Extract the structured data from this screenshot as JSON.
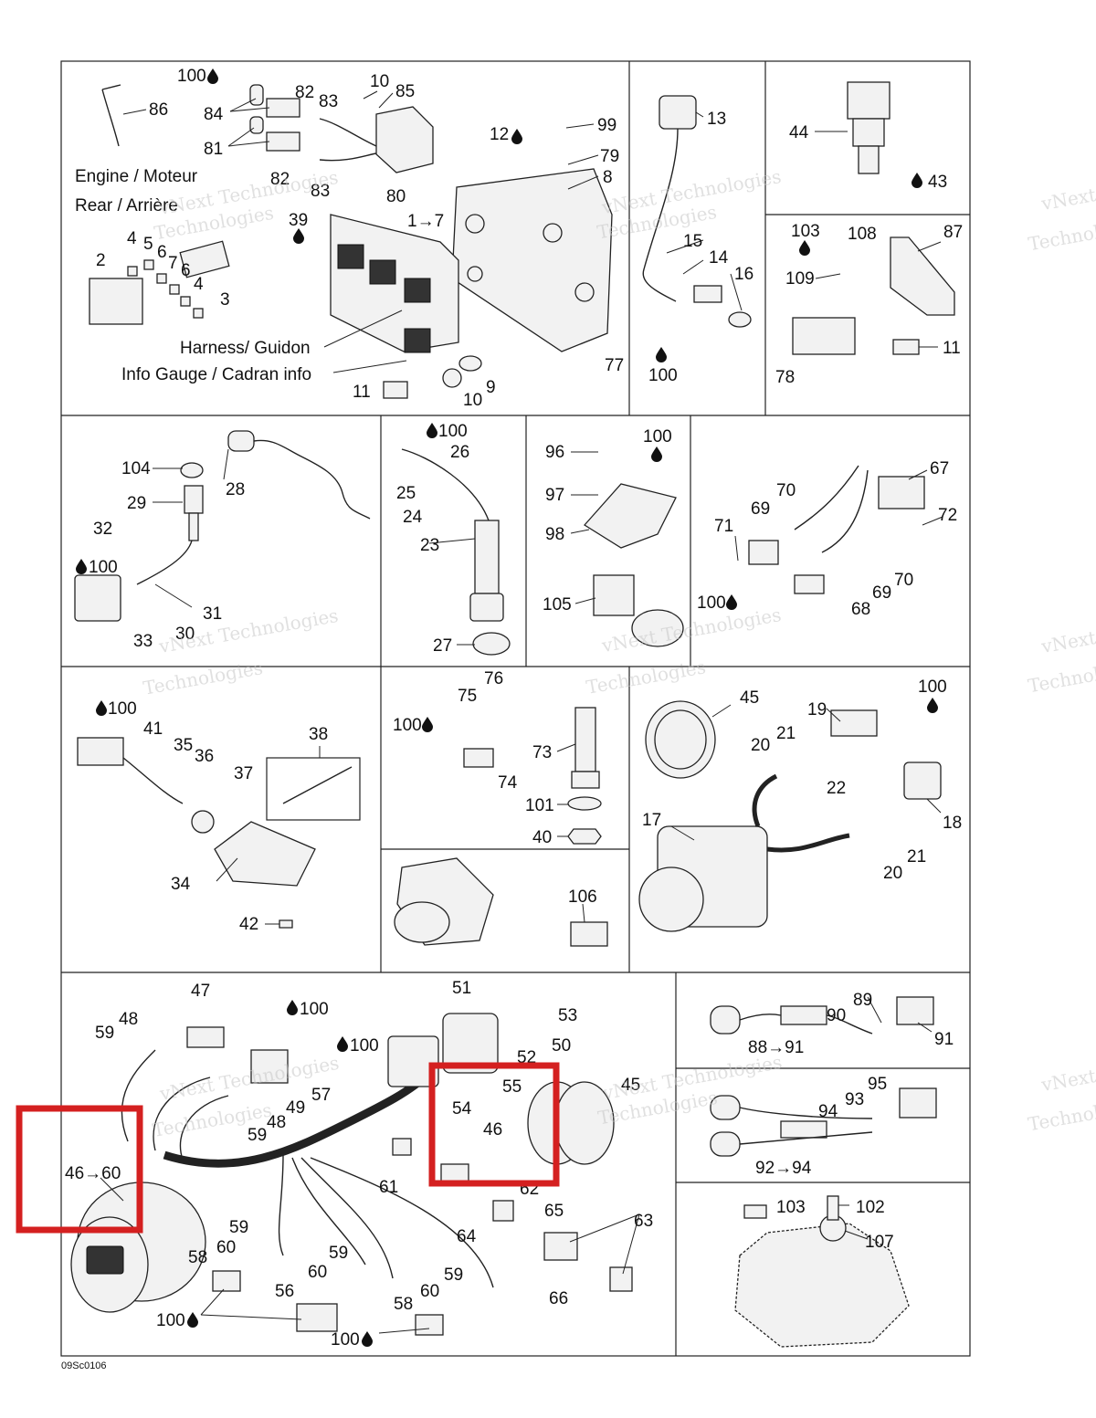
{
  "callouts": {
    "p100": "100",
    "p86": "86",
    "p84": "84",
    "p82": "82",
    "p83": "83",
    "p10": "10",
    "p85": "85",
    "p81": "81",
    "p82b": "82",
    "p83b": "83",
    "p80": "80",
    "p12": "12",
    "p99": "99",
    "p79": "79",
    "p8": "8",
    "p39": "39",
    "p1to7": "1→7",
    "p2": "2",
    "p4": "4",
    "p5": "5",
    "p6": "6",
    "p7": "7",
    "p6b": "6",
    "p4b": "4",
    "p3": "3",
    "p77": "77",
    "p11": "11",
    "p10b": "10",
    "p9": "9",
    "p13": "13",
    "p15": "15",
    "p14": "14",
    "p16": "16",
    "p100b": "100",
    "p44": "44",
    "p43": "43",
    "p103": "103",
    "p108": "108",
    "p87": "87",
    "p109": "109",
    "p11b": "11",
    "p78": "78",
    "p104": "104",
    "p28": "28",
    "p29": "29",
    "p32": "32",
    "p100c": "100",
    "p31": "31",
    "p30": "30",
    "p33": "33",
    "p100d": "100",
    "p26": "26",
    "p25": "25",
    "p24": "24",
    "p23": "23",
    "p27": "27",
    "p96": "96",
    "p100e": "100",
    "p97": "97",
    "p98": "98",
    "p105": "105",
    "p67": "67",
    "p70": "70",
    "p69": "69",
    "p72": "72",
    "p71": "71",
    "p70b": "70",
    "p100f": "100",
    "p69b": "69",
    "p68": "68",
    "p100g": "100",
    "p41": "41",
    "p35": "35",
    "p36": "36",
    "p38": "38",
    "p37": "37",
    "p34": "34",
    "p42": "42",
    "p76": "76",
    "p75": "75",
    "p100h": "100",
    "p73": "73",
    "p74": "74",
    "p101": "101",
    "p40": "40",
    "p106": "106",
    "p45": "45",
    "p100i": "100",
    "p19": "19",
    "p21": "21",
    "p20": "20",
    "p22": "22",
    "p18": "18",
    "p17": "17",
    "p21b": "21",
    "p20b": "20",
    "p47": "47",
    "p100j": "100",
    "p48": "48",
    "p59": "59",
    "p100k": "100",
    "p57": "57",
    "p49": "49",
    "p48b": "48",
    "p59b": "59",
    "p46to60": "46→60",
    "p51": "51",
    "p53": "53",
    "p50": "50",
    "p52": "52",
    "p55": "55",
    "p54": "54",
    "p46": "46",
    "p45b": "45",
    "p61": "61",
    "p62": "62",
    "p65": "65",
    "p64": "64",
    "p63": "63",
    "p66": "66",
    "p59c": "59",
    "p60": "60",
    "p58": "58",
    "p59d": "59",
    "p60b": "60",
    "p56": "56",
    "p59e": "59",
    "p60c": "60",
    "p58b": "58",
    "p100l": "100",
    "p100m": "100",
    "p89": "89",
    "p90": "90",
    "p91": "91",
    "p88to91": "88→91",
    "p95": "95",
    "p93": "93",
    "p94": "94",
    "p92to94": "92→94",
    "p103b": "103",
    "p102": "102",
    "p107": "107"
  },
  "captions": {
    "engine": "Engine / Moteur",
    "rear": "Rear / Arrière",
    "harness": "Harness/ Guidon",
    "info_gauge": "Info Gauge / Cadran info"
  },
  "figure_code": "09Sc0106",
  "watermark": {
    "line1": "vNext Technologies",
    "line2": "Technologies"
  },
  "highlight_color": "#d42020"
}
